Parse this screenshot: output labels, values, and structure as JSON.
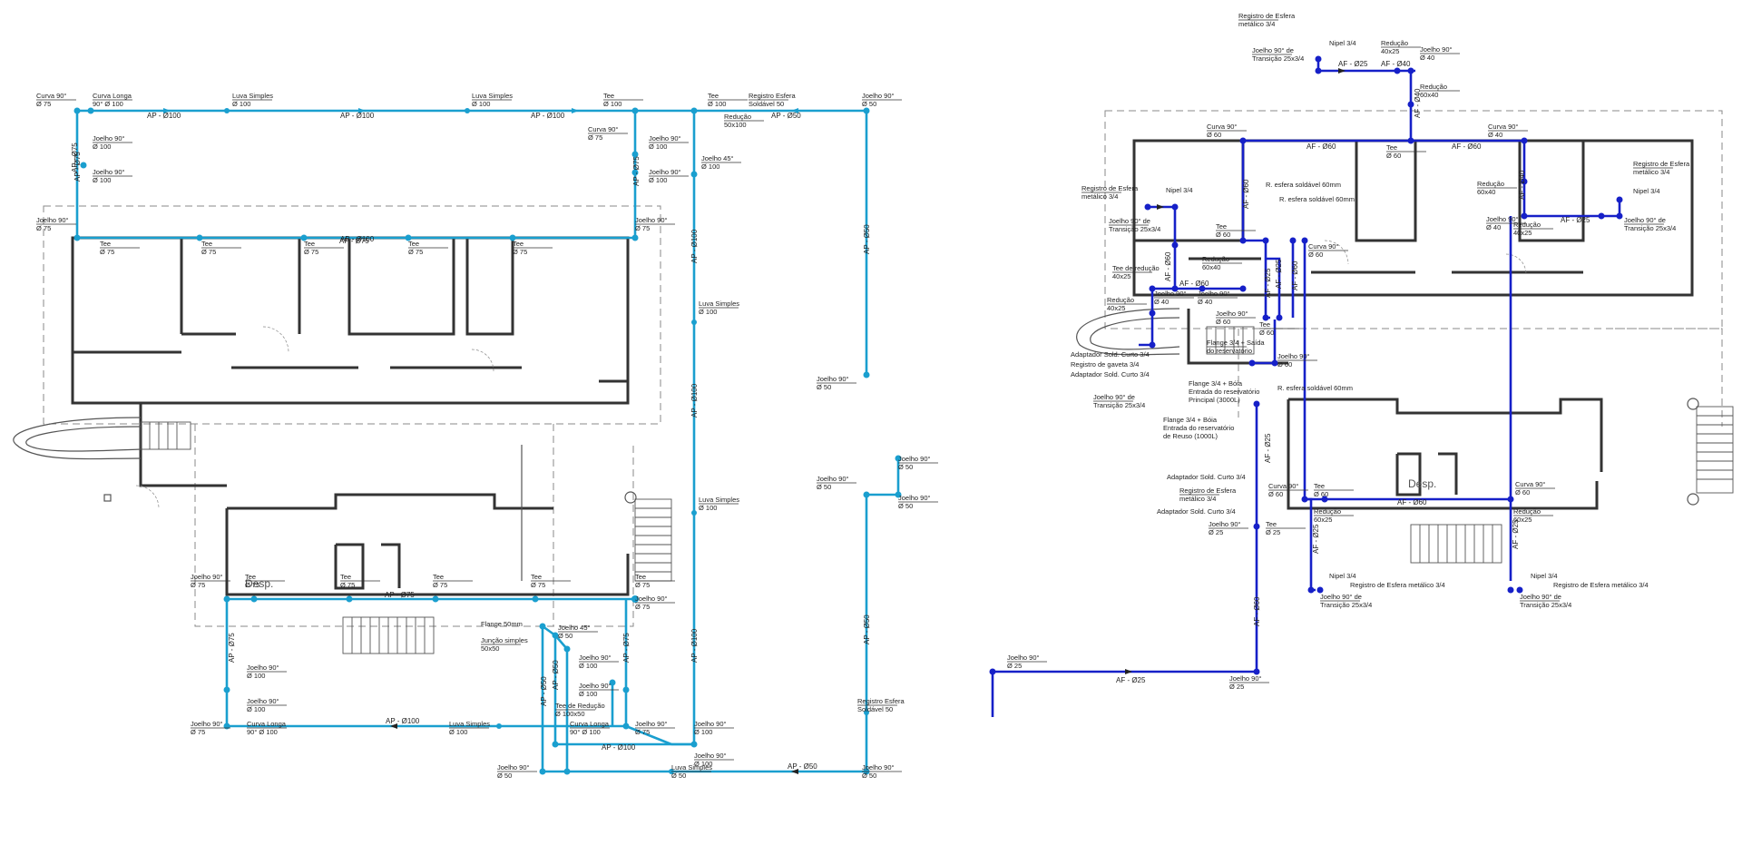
{
  "colors": {
    "pipe_left": "#1a9fcf",
    "pipe_right": "#1620c8",
    "walls": "#333333"
  },
  "left_plan": {
    "labels": [
      {
        "t1": "Curva 90°",
        "t2": "Ø 75"
      },
      {
        "t1": "Curva Longa",
        "t2": "90° Ø 100"
      },
      {
        "t1": "Luva Simples",
        "t2": "Ø 100"
      },
      {
        "t1": "Luva Simples",
        "t2": "Ø 100"
      },
      {
        "t1": "Tee",
        "t2": "Ø 100"
      },
      {
        "t1": "Tee",
        "t2": "Ø 100"
      },
      {
        "t1": "Registro Esfera",
        "t2": "Soldável 50"
      },
      {
        "t1": "Joelho 90°",
        "t2": "Ø 50"
      },
      {
        "t1": "Redução",
        "t2": "50x100"
      },
      {
        "t1": "Curva 90°",
        "t2": "Ø 75"
      },
      {
        "t1": "Joelho 90°",
        "t2": "Ø 100"
      },
      {
        "t1": "Joelho 90°",
        "t2": "Ø 100"
      },
      {
        "t1": "Joelho 90°",
        "t2": "Ø 100"
      },
      {
        "t1": "Joelho 90°",
        "t2": "Ø 100"
      },
      {
        "t1": "Joelho 45°",
        "t2": "Ø 100"
      },
      {
        "t1": "Joelho 90°",
        "t2": "Ø 75"
      },
      {
        "t1": "Joelho 90°",
        "t2": "Ø 75"
      },
      {
        "t1": "Tee",
        "t2": "Ø 75"
      },
      {
        "t1": "Tee",
        "t2": "Ø 75"
      },
      {
        "t1": "Tee",
        "t2": "Ø 75"
      },
      {
        "t1": "Tee",
        "t2": "Ø 75"
      },
      {
        "t1": "Tee",
        "t2": "Ø 75"
      },
      {
        "t1": "Luva Simples",
        "t2": "Ø 100"
      },
      {
        "t1": "Joelho 90°",
        "t2": "Ø 50"
      },
      {
        "t1": "Luva Simples",
        "t2": "Ø 100"
      },
      {
        "t1": "Joelho 90°",
        "t2": "Ø 50"
      },
      {
        "t1": "Joelho 90°",
        "t2": "Ø 50"
      },
      {
        "t1": "Joelho 90°",
        "t2": "Ø 50"
      },
      {
        "t1": "Joelho 90°",
        "t2": "Ø 75"
      },
      {
        "t1": "Tee",
        "t2": "Ø 75"
      },
      {
        "t1": "Tee",
        "t2": "Ø 75"
      },
      {
        "t1": "Tee",
        "t2": "Ø 75"
      },
      {
        "t1": "Tee",
        "t2": "Ø 75"
      },
      {
        "t1": "Tee",
        "t2": "Ø 75"
      },
      {
        "t1": "Joelho 90°",
        "t2": "Ø 75"
      },
      {
        "t1": "Flange 50mm",
        "t2": ""
      },
      {
        "t1": "Junção simples",
        "t2": "50x50"
      },
      {
        "t1": "Joelho 45°",
        "t2": "Ø 50"
      },
      {
        "t1": "Joelho 90°",
        "t2": "Ø 100"
      },
      {
        "t1": "Joelho 90°",
        "t2": "Ø 100"
      },
      {
        "t1": "Joelho 90°",
        "t2": "Ø 100"
      },
      {
        "t1": "Joelho 90°",
        "t2": "Ø 100"
      },
      {
        "t1": "Tee de Redução",
        "t2": "Ø 100x50"
      },
      {
        "t1": "Joelho 90°",
        "t2": "Ø 75"
      },
      {
        "t1": "Curva Longa",
        "t2": "90° Ø 100"
      },
      {
        "t1": "Luva Simples",
        "t2": "Ø 100"
      },
      {
        "t1": "Curva Longa",
        "t2": "90° Ø 100"
      },
      {
        "t1": "Joelho 90°",
        "t2": "Ø 75"
      },
      {
        "t1": "Joelho 90°",
        "t2": "Ø 100"
      },
      {
        "t1": "Registro Esfera",
        "t2": "Soldável 50"
      },
      {
        "t1": "Joelho 90°",
        "t2": "Ø 100"
      },
      {
        "t1": "Joelho 90°",
        "t2": "Ø 50"
      },
      {
        "t1": "Luva Simples",
        "t2": "Ø 50"
      },
      {
        "t1": "Joelho 90°",
        "t2": "Ø 50"
      }
    ],
    "pipe_labels": [
      "AP - Ø100",
      "AP - Ø100",
      "AP - Ø100",
      "AP - Ø50",
      "AP - Ø75",
      "AP - Ø75",
      "AP - Ø75",
      "AP - Ø75",
      "AP - Ø100",
      "AP - Ø100",
      "AP - Ø100",
      "AP - Ø50",
      "AP - Ø50",
      "AP - Ø75",
      "AP - Ø100",
      "AP - Ø50",
      "AP - Ø50",
      "AP - Ø50",
      "AP - Ø100",
      "AP - Ø100",
      "AP - Ø75",
      "AP - Ø75"
    ],
    "room_label": "Desp."
  },
  "right_plan": {
    "labels": [
      {
        "t1": "Registro de Esfera",
        "t2": "metálico 3/4"
      },
      {
        "t1": "Nipel 3/4",
        "t2": ""
      },
      {
        "t1": "Redução",
        "t2": "40x25"
      },
      {
        "t1": "Joelho 90°",
        "t2": "Ø 40"
      },
      {
        "t1": "Joelho 90° de",
        "t2": "Transição 25x3/4"
      },
      {
        "t1": "Redução",
        "t2": "60x40"
      },
      {
        "t1": "Curva 90°",
        "t2": "Ø 60"
      },
      {
        "t1": "Tee",
        "t2": "Ø 60"
      },
      {
        "t1": "Curva 90°",
        "t2": "Ø 40"
      },
      {
        "t1": "Registro de Esfera",
        "t2": "metálico 3/4"
      },
      {
        "t1": "Nipel 3/4",
        "t2": ""
      },
      {
        "t1": "Joelho 90° de",
        "t2": "Transição 25x3/4"
      },
      {
        "t1": "Redução",
        "t2": "60x40"
      },
      {
        "t1": "Joelho 90°",
        "t2": "Ø 40"
      },
      {
        "t1": "Redução",
        "t2": "40x25"
      },
      {
        "t1": "Registro de Esfera",
        "t2": "metálico 3/4"
      },
      {
        "t1": "Nipel 3/4",
        "t2": ""
      },
      {
        "t1": "Joelho 90° de",
        "t2": "Transição 25x3/4"
      },
      {
        "t1": "R. esfera soldável 60mm",
        "t2": ""
      },
      {
        "t1": "R. esfera soldável 60mm",
        "t2": ""
      },
      {
        "t1": "Tee",
        "t2": "Ø 60"
      },
      {
        "t1": "Curva 90°",
        "t2": "Ø 60"
      },
      {
        "t1": "Redução",
        "t2": "60x40"
      },
      {
        "t1": "Tee de redução",
        "t2": "40x25"
      },
      {
        "t1": "Joelho 90°",
        "t2": "Ø 40"
      },
      {
        "t1": "Joelho 90°",
        "t2": "Ø 40"
      },
      {
        "t1": "Redução",
        "t2": "40x25"
      },
      {
        "t1": "Joelho 90°",
        "t2": "Ø 60"
      },
      {
        "t1": "Tee",
        "t2": "Ø 60"
      },
      {
        "t1": "Flange 3/4 + Saída",
        "t2": "do reservatório"
      },
      {
        "t1": "Adaptador Sold. Curto 3/4",
        "t2": ""
      },
      {
        "t1": "Registro de gaveta 3/4",
        "t2": ""
      },
      {
        "t1": "Adaptador Sold. Curto 3/4",
        "t2": ""
      },
      {
        "t1": "Joelho 90°",
        "t2": "Ø 60"
      },
      {
        "t1": "Joelho 90° de",
        "t2": "Transição 25x3/4"
      },
      {
        "t1": "R. esfera soldável 60mm",
        "t2": ""
      },
      {
        "t1": "Curva 90°",
        "t2": "Ø 60"
      },
      {
        "t1": "Tee",
        "t2": "Ø 60"
      },
      {
        "t1": "Curva 90°",
        "t2": "Ø 60"
      },
      {
        "t1": "Redução",
        "t2": "60x25"
      },
      {
        "t1": "Redução",
        "t2": "60x25"
      },
      {
        "t1": "Adaptador Sold. Curto 3/4",
        "t2": ""
      },
      {
        "t1": "Registro de Esfera",
        "t2": "metálico 3/4"
      },
      {
        "t1": "Adaptador Sold. Curto 3/4",
        "t2": ""
      },
      {
        "t1": "Joelho 90°",
        "t2": "Ø 25"
      },
      {
        "t1": "Tee",
        "t2": "Ø 25"
      },
      {
        "t1": "Nipel 3/4",
        "t2": ""
      },
      {
        "t1": "Registro de Esfera metálico 3/4",
        "t2": ""
      },
      {
        "t1": "Joelho 90° de",
        "t2": "Transição 25x3/4"
      },
      {
        "t1": "Nipel 3/4",
        "t2": ""
      },
      {
        "t1": "Registro de Esfera metálico 3/4",
        "t2": ""
      },
      {
        "t1": "Joelho 90° de",
        "t2": "Transição 25x3/4"
      },
      {
        "t1": "Joelho 90°",
        "t2": "Ø 25"
      },
      {
        "t1": "Joelho 90°",
        "t2": "Ø 25"
      }
    ],
    "flange_notes": [
      {
        "l1": "Flange 3/4 + Bóia",
        "l2": "Entrada do reservatório",
        "l3": "Principal (3000L)"
      },
      {
        "l1": "Flange 3/4 + Bóia",
        "l2": "Entrada do reservatório",
        "l3": "de Reuso (1000L)"
      }
    ],
    "pipe_labels": [
      "AF - Ø25",
      "AF - Ø40",
      "AF - Ø40",
      "AF - Ø60",
      "AF - Ø60",
      "AF - Ø25",
      "AF - Ø40",
      "AF - Ø60",
      "AF - Ø60",
      "AF - Ø60",
      "AF - Ø60",
      "AF - Ø25",
      "AF - Ø25",
      "AF - Ø25",
      "AF - Ø25",
      "AF - Ø25",
      "AF - Ø25",
      "AF - Ø60",
      "AF - Ø60"
    ],
    "room_label": "Desp."
  }
}
